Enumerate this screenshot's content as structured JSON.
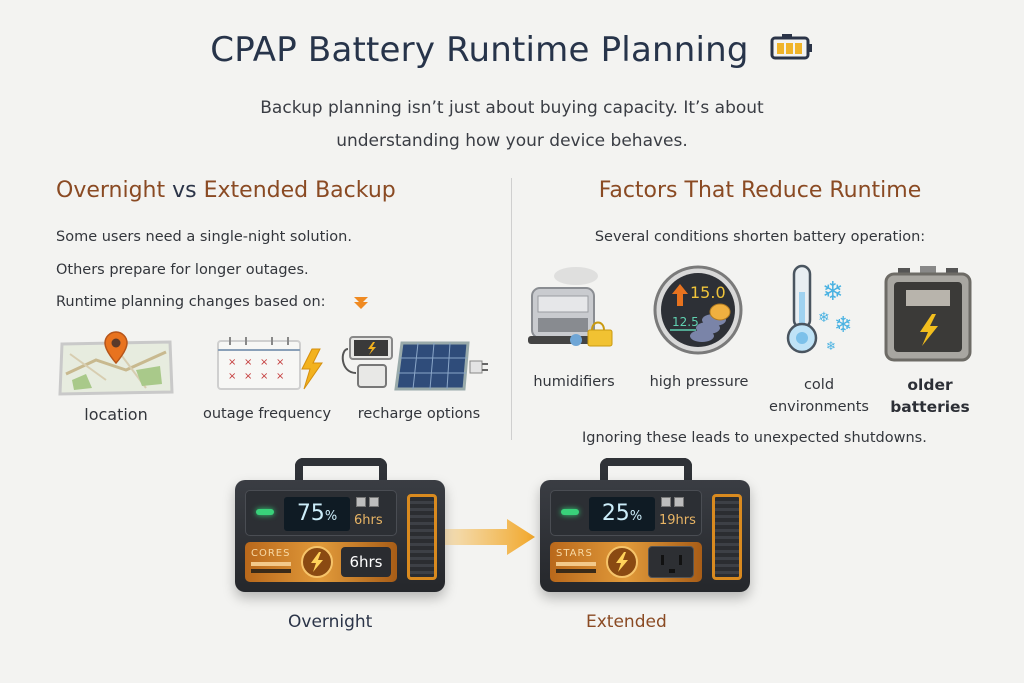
{
  "header": {
    "title": "CPAP Battery Runtime Planning",
    "title_icon": "battery-icon",
    "subtitle_line1": "Backup planning isn’t just about buying capacity. It’s about",
    "subtitle_line2": "understanding how your device behaves."
  },
  "left_section": {
    "heading_part1": "Overnight",
    "heading_vs": "vs",
    "heading_part2": "Extended Backup",
    "lines": [
      "Some users need a single-night solution.",
      "Others prepare for longer outages.",
      "Runtime planning changes based on:"
    ],
    "pointer_icon": "down-arrow-icon",
    "factors": [
      {
        "icon": "map-pin-icon",
        "label": "location"
      },
      {
        "icon": "calendar-outage-icon",
        "label": "outage frequency"
      },
      {
        "icon": "solar-panel-icon",
        "label": "recharge options"
      }
    ]
  },
  "right_section": {
    "heading": "Factors That Reduce Runtime",
    "intro": "Several conditions shorten battery operation:",
    "factors": [
      {
        "icon": "humidifier-icon",
        "label": "humidifiers"
      },
      {
        "icon": "pressure-gauge-icon",
        "label": "high pressure",
        "gauge_high": "15.0",
        "gauge_low": "12.5"
      },
      {
        "icon": "thermometer-snow-icon",
        "label_line1": "cold",
        "label_line2": "environments"
      },
      {
        "icon": "old-battery-icon",
        "label_line1": "older",
        "label_line2": "batteries"
      }
    ],
    "warning": "Ignoring these leads to unexpected shutdowns."
  },
  "units": [
    {
      "name": "overnight",
      "percent": "75",
      "percent_sign": "%",
      "hrs_small": "6hrs",
      "brand": "CORES",
      "output_display": "6hrs",
      "caption": "Overnight",
      "caption_color": "#2b3448"
    },
    {
      "name": "extended",
      "percent": "25",
      "percent_sign": "%",
      "hrs_small": "19hrs",
      "brand": "STARS",
      "caption": "Extended",
      "caption_color": "#8a4a23"
    }
  ],
  "colors": {
    "background": "#f3f3f1",
    "title": "#27344a",
    "heading_accent": "#8a4a23",
    "orange": "#e8951f",
    "battery_yellow": "#f0b429"
  }
}
